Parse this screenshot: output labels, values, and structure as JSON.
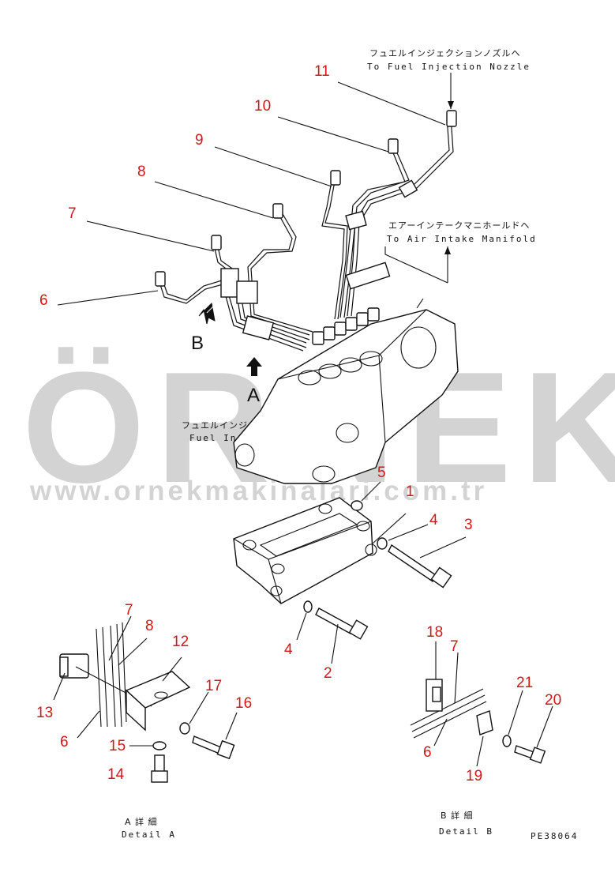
{
  "watermark": {
    "brand": "ÖRNEK",
    "url": "www.ornekmakinalari.com.tr",
    "dots_color": "#f5ecc4",
    "text_color": "#d3d3d3"
  },
  "labels": {
    "nozzle_jp": "フュエルインジェクションノズルヘ",
    "nozzle_en": "To Fuel Injection Nozzle",
    "manifold_jp": "エアーインテークマニホールドヘ",
    "manifold_en": "To Air Intake Manifold",
    "pump_jp": "フュエルインジェクションポンプ",
    "pump_en": "Fuel Injection Pump",
    "view_a": "A",
    "view_b": "B",
    "detail_a_jp": "A 詳 細",
    "detail_a_en": "Detail A",
    "detail_b_jp": "B 詳 細",
    "detail_b_en": "Detail B",
    "drawing_code": "PE38064"
  },
  "callouts": {
    "n1": "1",
    "n2": "2",
    "n3": "3",
    "n4a": "4",
    "n4b": "4",
    "n5": "5",
    "n6": "6",
    "n7": "7",
    "n8": "8",
    "n9": "9",
    "n10": "10",
    "n11": "11",
    "da7": "7",
    "da8": "8",
    "da12": "12",
    "da13": "13",
    "da6": "6",
    "da15": "15",
    "da14": "14",
    "da17": "17",
    "da16": "16",
    "db18": "18",
    "db7": "7",
    "db21": "21",
    "db20": "20",
    "db6": "6",
    "db19": "19"
  },
  "colors": {
    "callout": "#d01818",
    "line": "#111111"
  }
}
